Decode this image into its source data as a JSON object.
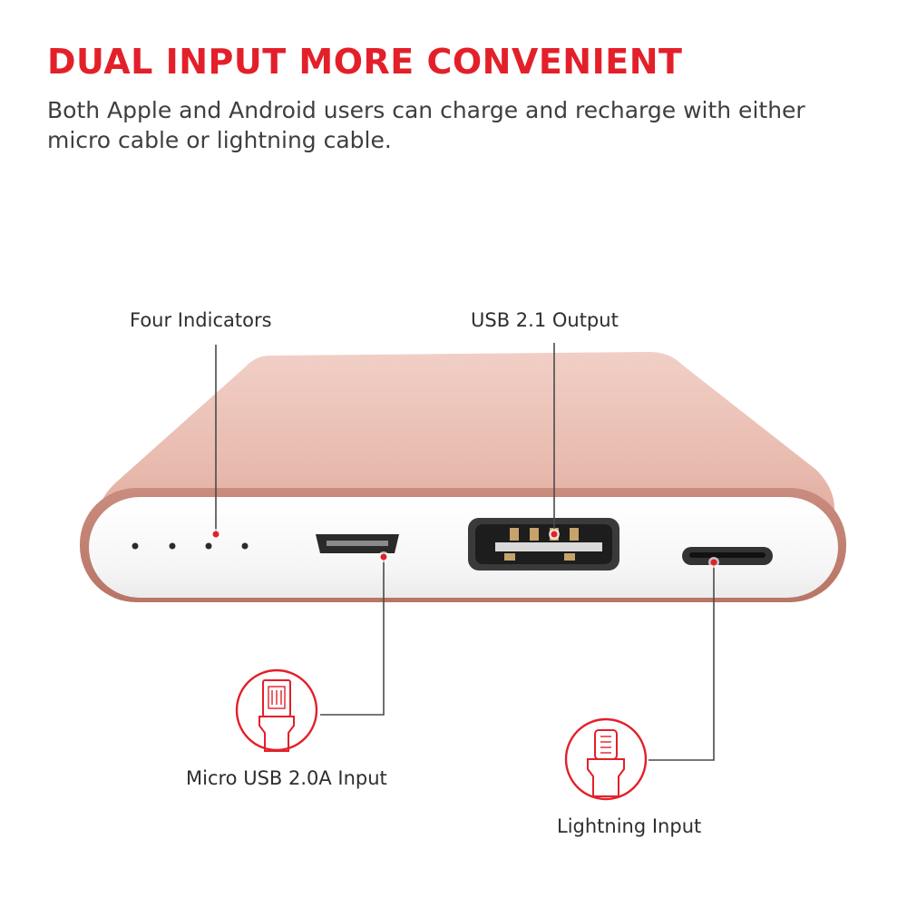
{
  "header": {
    "title": "DUAL INPUT MORE CONVENIENT",
    "subtitle": "Both Apple and Android users can charge and recharge with either micro cable or lightning cable."
  },
  "callouts": {
    "indicators": "Four Indicators",
    "usb_output": "USB 2.1 Output",
    "micro_input": "Micro USB 2.0A Input",
    "lightning_input": "Lightning Input"
  },
  "colors": {
    "accent": "#e3202a",
    "body_shell": "#e4b1a6",
    "face": "#f7f7f7",
    "text": "#3f3f3f"
  },
  "icons": {
    "device": "power-bank-illustration",
    "micro": "micro-usb-plug-icon",
    "lightning": "lightning-plug-icon"
  }
}
